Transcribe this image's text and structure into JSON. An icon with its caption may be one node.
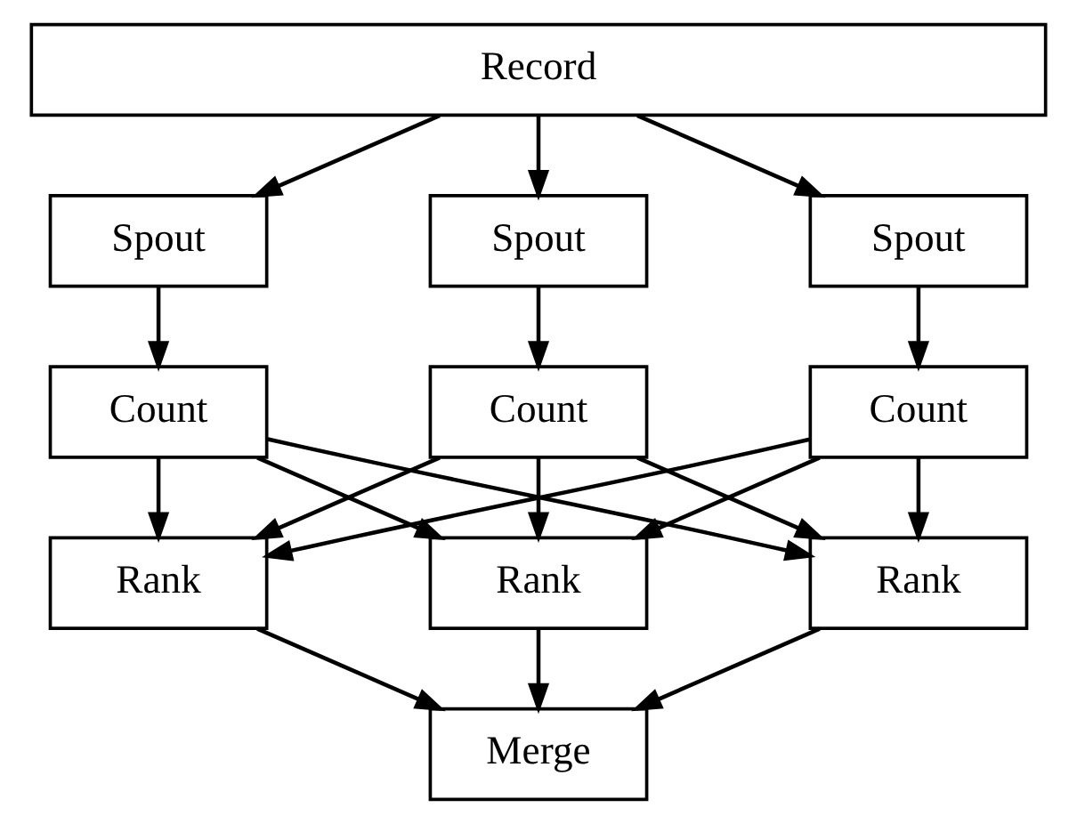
{
  "diagram": {
    "nodes": [
      {
        "text": [
          "Record"
        ]
      },
      {
        "text": [
          "Spout"
        ]
      },
      {
        "text": [
          "Spout"
        ]
      },
      {
        "text": [
          "Spout"
        ]
      },
      {
        "text": [
          "Count"
        ]
      },
      {
        "text": [
          "Count"
        ]
      },
      {
        "text": [
          "Count"
        ]
      },
      {
        "text": [
          "Rank"
        ]
      },
      {
        "text": [
          "Rank"
        ]
      },
      {
        "text": [
          "Rank"
        ]
      },
      {
        "text": [
          "Merge"
        ]
      }
    ],
    "edges": [
      {
        "from": 0,
        "to": 1,
        "arrow": "to"
      },
      {
        "from": 0,
        "to": 2,
        "arrow": "to"
      },
      {
        "from": 0,
        "to": 3,
        "arrow": "to"
      },
      {
        "from": 1,
        "to": 4,
        "arrow": "to"
      },
      {
        "from": 2,
        "to": 5,
        "arrow": "to"
      },
      {
        "from": 3,
        "to": 6,
        "arrow": "to"
      },
      {
        "from": 4,
        "to": 7,
        "arrow": "to"
      },
      {
        "from": 4,
        "to": 8,
        "arrow": "to"
      },
      {
        "from": 4,
        "to": 9,
        "arrow": "to"
      },
      {
        "from": 5,
        "to": 7,
        "arrow": "to"
      },
      {
        "from": 5,
        "to": 8,
        "arrow": "to"
      },
      {
        "from": 5,
        "to": 9,
        "arrow": "to"
      },
      {
        "from": 6,
        "to": 7,
        "arrow": "to"
      },
      {
        "from": 6,
        "to": 8,
        "arrow": "to"
      },
      {
        "from": 6,
        "to": 9,
        "arrow": "to"
      },
      {
        "from": 7,
        "to": 10,
        "arrow": "to"
      },
      {
        "from": 8,
        "to": 10,
        "arrow": "to"
      },
      {
        "from": 9,
        "to": 10,
        "arrow": "to"
      }
    ]
  }
}
